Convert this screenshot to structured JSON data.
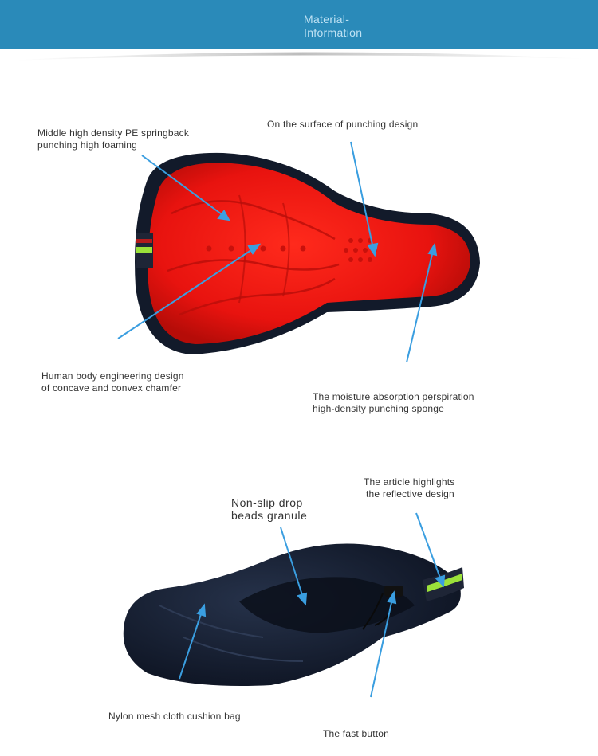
{
  "header": {
    "title_line1": "Material-",
    "title_line2": "Information",
    "color": "#2a8ab9"
  },
  "top_section": {
    "label_foam_line1": "Middle high density PE springback",
    "label_foam_line2": "punching high foaming",
    "label_surface": "On the surface of punching design",
    "label_chamfer_line1": "Human body engineering design",
    "label_chamfer_line2": "of concave and convex chamfer",
    "label_sponge_line1": "The moisture absorption perspiration",
    "label_sponge_line2": "high-density punching sponge"
  },
  "bottom_section": {
    "label_reflective_line1": "The article highlights",
    "label_reflective_line2": "the reflective design",
    "label_nonslip_line1": "Non-slip drop",
    "label_nonslip_line2": "beads granule",
    "label_mesh": "Nylon mesh cloth cushion bag",
    "label_button": "The fast button"
  },
  "colors": {
    "cushion_red": "#e8130f",
    "cover_black": "#121a2a",
    "reflective_strip": "#9be23a",
    "arrow_blue": "#3a9ee0"
  }
}
